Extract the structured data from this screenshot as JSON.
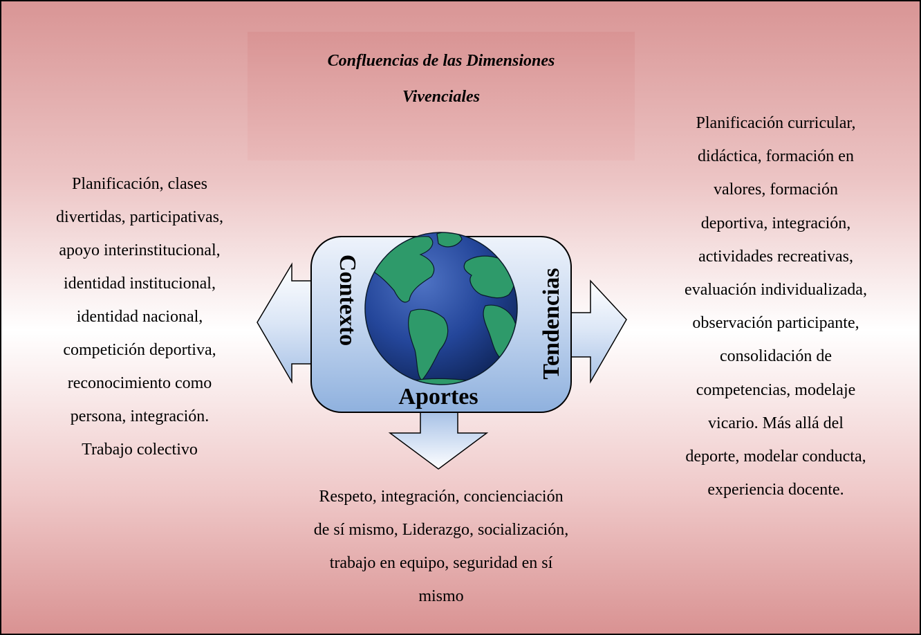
{
  "title": {
    "line1": "Confluencias de las Dimensiones",
    "line2": "Vivenciales"
  },
  "center": {
    "icon": "globe-icon",
    "labels": {
      "left": "Contexto",
      "right": "Tendencias",
      "bottom": "Aportes"
    }
  },
  "left_text": [
    "Planificación,  clases",
    "divertidas, participativas,",
    "apoyo interinstitucional,",
    "identidad institucional,",
    "identidad nacional,",
    "competición deportiva,",
    "reconocimiento como",
    "persona, integración.",
    "Trabajo colectivo"
  ],
  "right_text": [
    "Planificación curricular,",
    "didáctica, formación en",
    "valores, formación",
    "deportiva, integración,",
    "actividades recreativas,",
    "evaluación individualizada,",
    "observación participante,",
    "consolidación de",
    "competencias, modelaje",
    "vicario. Más allá del",
    "deporte, modelar conducta,",
    "experiencia docente."
  ],
  "bottom_text": [
    "Respeto, integración, concienciación",
    "de sí mismo, Liderazgo, socialización,",
    "trabajo en equipo, seguridad en sí",
    "mismo"
  ],
  "colors": {
    "frame_top": "#d99595",
    "frame_middle": "#ffffff",
    "box_fill_light": "#e2ecf8",
    "box_fill_dark": "#8fb1de",
    "ocean": "#1f3f8e",
    "land": "#2e9a6a"
  }
}
